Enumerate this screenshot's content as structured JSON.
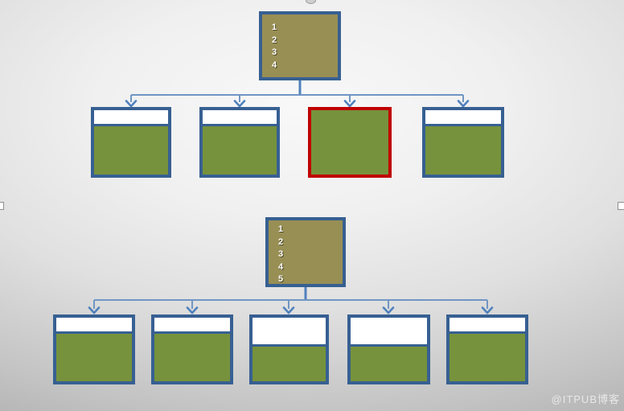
{
  "colors": {
    "root_fill": "#988f55",
    "leaf_fill": "#76923c",
    "leaf_header": "#ffffff",
    "border_blue": "#376092",
    "border_red": "#c00000",
    "connector": "#7096c4",
    "connector_dark": "#5081bd"
  },
  "tree1": {
    "root": {
      "keys": [
        "1",
        "2",
        "3",
        "4"
      ]
    },
    "children": [
      {
        "header": "small",
        "border": "blue"
      },
      {
        "header": "small",
        "border": "blue"
      },
      {
        "header": "none",
        "border": "red"
      },
      {
        "header": "small",
        "border": "blue"
      }
    ]
  },
  "tree2": {
    "root": {
      "keys": [
        "1",
        "2",
        "3",
        "4",
        "5"
      ]
    },
    "children": [
      {
        "header": "small",
        "border": "blue"
      },
      {
        "header": "small",
        "border": "blue"
      },
      {
        "header": "large",
        "border": "blue"
      },
      {
        "header": "large",
        "border": "blue"
      },
      {
        "header": "small",
        "border": "blue"
      }
    ]
  },
  "watermark": {
    "text": "@ITPUB博客"
  }
}
